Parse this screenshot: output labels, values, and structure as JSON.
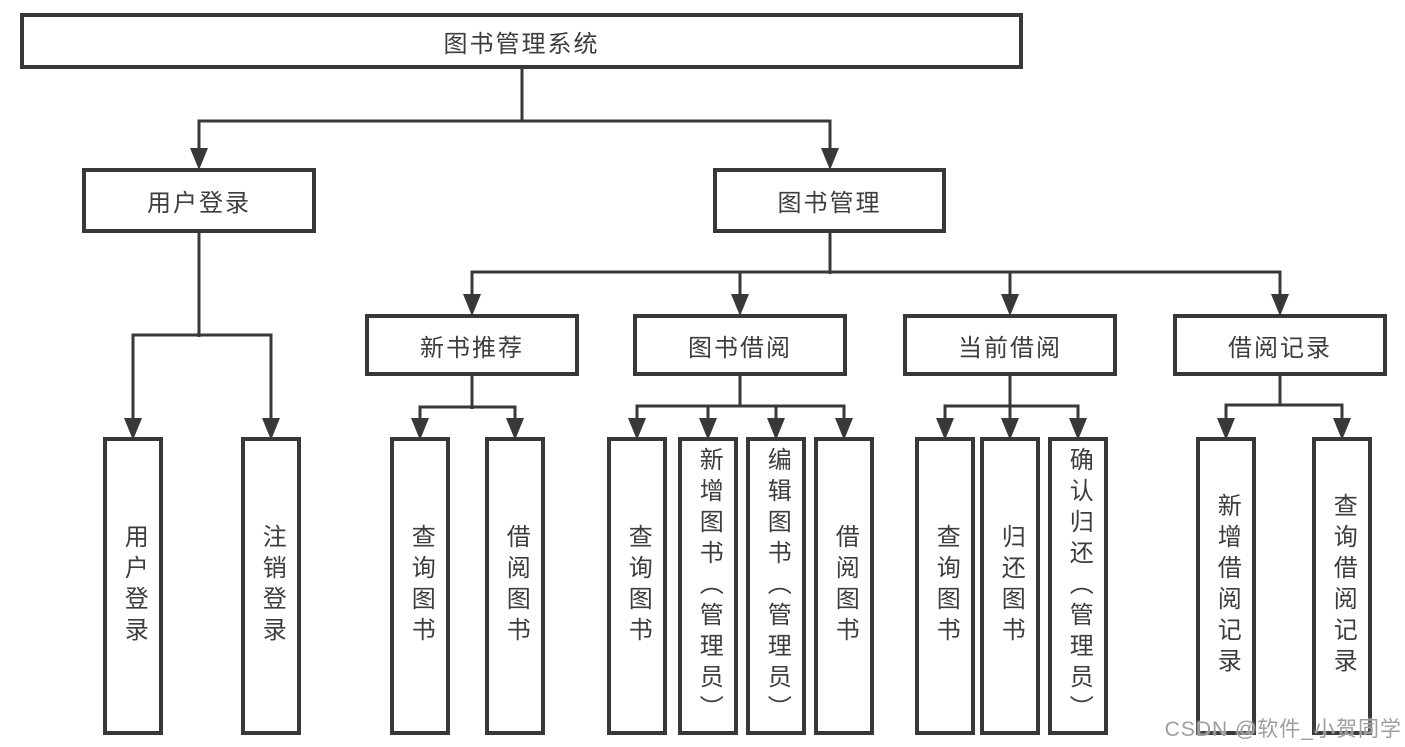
{
  "diagram": {
    "title": "图书管理系统",
    "branches": [
      {
        "label": "用户登录",
        "children": [
          {
            "label": "用户登录"
          },
          {
            "label": "注销登录"
          }
        ]
      },
      {
        "label": "图书管理",
        "children": [
          {
            "label": "新书推荐",
            "children": [
              {
                "label": "查询图书"
              },
              {
                "label": "借阅图书"
              }
            ]
          },
          {
            "label": "图书借阅",
            "children": [
              {
                "label": "查询图书"
              },
              {
                "label": "新增图书（管理员）"
              },
              {
                "label": "编辑图书（管理员）"
              },
              {
                "label": "借阅图书"
              }
            ]
          },
          {
            "label": "当前借阅",
            "children": [
              {
                "label": "查询图书"
              },
              {
                "label": "归还图书"
              },
              {
                "label": "确认归还（管理员）"
              }
            ]
          },
          {
            "label": "借阅记录",
            "children": [
              {
                "label": "新增借阅记录"
              },
              {
                "label": "查询借阅记录"
              }
            ]
          }
        ]
      }
    ]
  },
  "watermark": {
    "text": "CSDN @软件_小贺同学"
  },
  "colors": {
    "line": "#383838",
    "text": "#3d3d3d",
    "watermark": "#9e9e9e",
    "background": "#ffffff"
  }
}
